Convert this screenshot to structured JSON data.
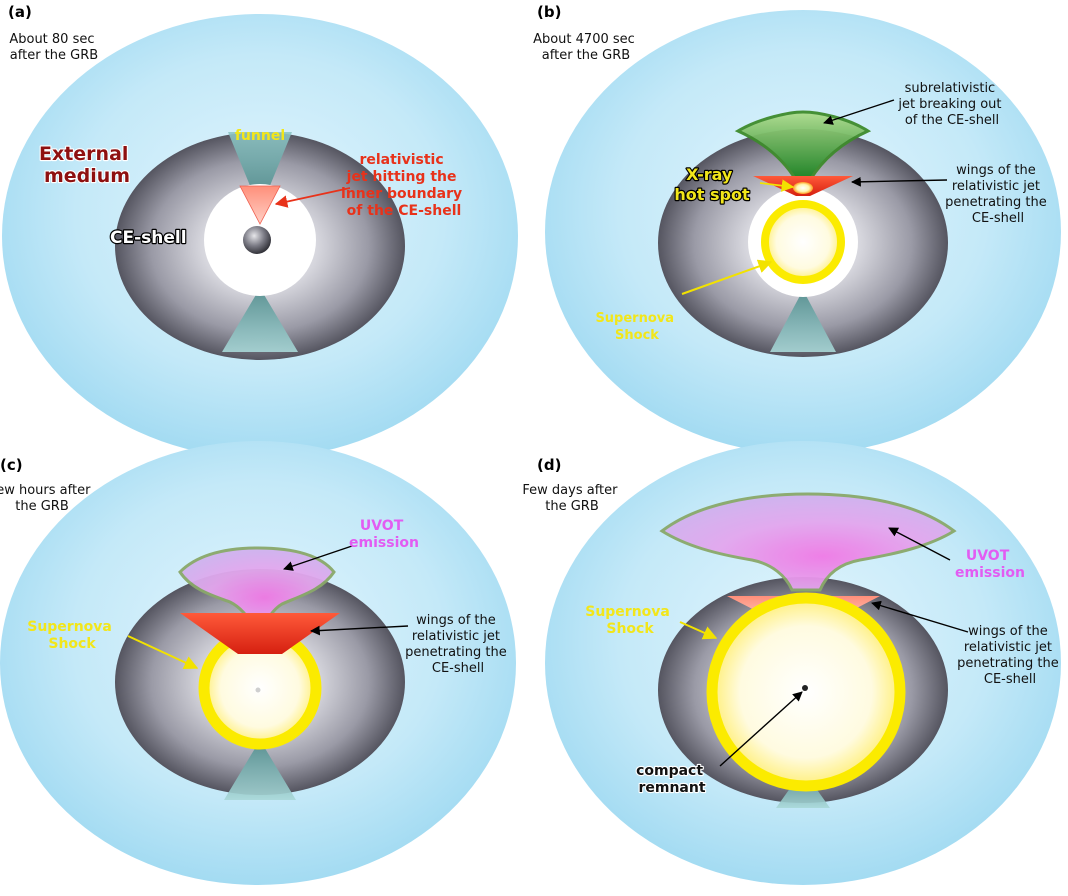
{
  "colors": {
    "external_medium": "#bde6f7",
    "ce_shell": "#8e8e9a",
    "supernova_shock": "#ffef00",
    "relativistic_jet": "#f23a1f",
    "subrelativistic_jet": "#2fae2f",
    "uvot_emission": "#e25cf2",
    "funnel": "#8fc6c6"
  },
  "panels": {
    "a": {
      "tag": "(a)",
      "time": [
        "About 80 sec",
        "after the GRB"
      ],
      "external_medium": [
        "External",
        "medium"
      ],
      "ce_shell": "CE-shell",
      "funnel": "funnel",
      "relativistic_jet": [
        "relativistic",
        "jet hitting the",
        "inner boundary",
        "of the CE-shell"
      ]
    },
    "b": {
      "tag": "(b)",
      "time": [
        "About 4700 sec",
        "after the GRB"
      ],
      "subrelativistic_jet": [
        "subrelativistic",
        "jet breaking out",
        "of the CE-shell"
      ],
      "xray_hot_spot": [
        "X-ray",
        "hot spot"
      ],
      "wings": [
        "wings of the",
        "relativistic jet",
        "penetrating the",
        "CE-shell"
      ],
      "supernova_shock": [
        "Supernova",
        "Shock"
      ]
    },
    "c": {
      "tag": "(c)",
      "time": [
        "Few hours after",
        "the GRB"
      ],
      "uvot": [
        "UVOT",
        "emission"
      ],
      "supernova_shock": [
        "Supernova",
        "Shock"
      ],
      "wings": [
        "wings of the",
        "relativistic jet",
        "penetrating the",
        "CE-shell"
      ]
    },
    "d": {
      "tag": "(d)",
      "time": [
        "Few days after",
        "the GRB"
      ],
      "uvot": [
        "UVOT",
        "emission"
      ],
      "supernova_shock": [
        "Supernova",
        "Shock"
      ],
      "wings": [
        "wings of the",
        "relativistic jet",
        "penetrating the",
        "CE-shell"
      ],
      "compact_remnant": [
        "compact",
        "remnant"
      ]
    }
  }
}
